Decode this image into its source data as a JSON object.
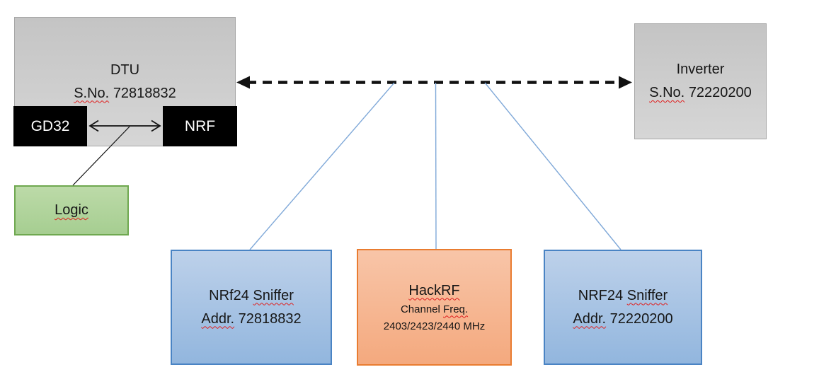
{
  "colors": {
    "gray-fill-top": "#c4c4c4",
    "gray-fill-bottom": "#d6d6d6",
    "gray-border": "#a6a6a6",
    "chip-fill": "#000000",
    "green-fill-top": "#bcdaa8",
    "green-fill-bottom": "#a6ce91",
    "green-border": "#6fa850",
    "blue-fill-top": "#bdd1ea",
    "blue-fill-bottom": "#92b6de",
    "blue-border": "#4a84c4",
    "orange-fill-top": "#f8c5a8",
    "orange-fill-bottom": "#f4a97e",
    "orange-border": "#e97c30",
    "connector-blue": "#7fa8d8",
    "arrow-black": "#111111",
    "squiggle-red": "#e02020"
  },
  "nodes": {
    "dtu": {
      "title": "DTU",
      "serial_label": "S.No.",
      "serial_value": "72818832"
    },
    "gd32": {
      "label": "GD32"
    },
    "nrf": {
      "label": "NRF"
    },
    "logic": {
      "label": "Logic"
    },
    "inverter": {
      "title": "Inverter",
      "serial_label": "S.No.",
      "serial_value": "72220200"
    },
    "sniffer_left": {
      "device": "NRf24",
      "device_word": "Sniffer",
      "addr_label": "Addr.",
      "addr_value": "72818832"
    },
    "hackrf": {
      "title": "HackRF",
      "channel_word": "Channel",
      "freq_word": "Freq.",
      "frequencies": "2403/2423/2440 MHz"
    },
    "sniffer_right": {
      "device": "NRF24",
      "device_word": "Sniffer",
      "addr_label": "Addr.",
      "addr_value": "72220200"
    }
  },
  "connections": {
    "dtu_inverter": "dashed double-headed arrow between DTU and Inverter (RF link)",
    "gd32_nrf": "double-headed arrow between GD32 and NRF (SPI bus)",
    "logic_tap": "thin line from GD32-NRF bus to Logic analyzer",
    "rf_taps": "thin blue lines from RF link to NRf24 sniffer left, HackRF, NRF24 sniffer right"
  }
}
